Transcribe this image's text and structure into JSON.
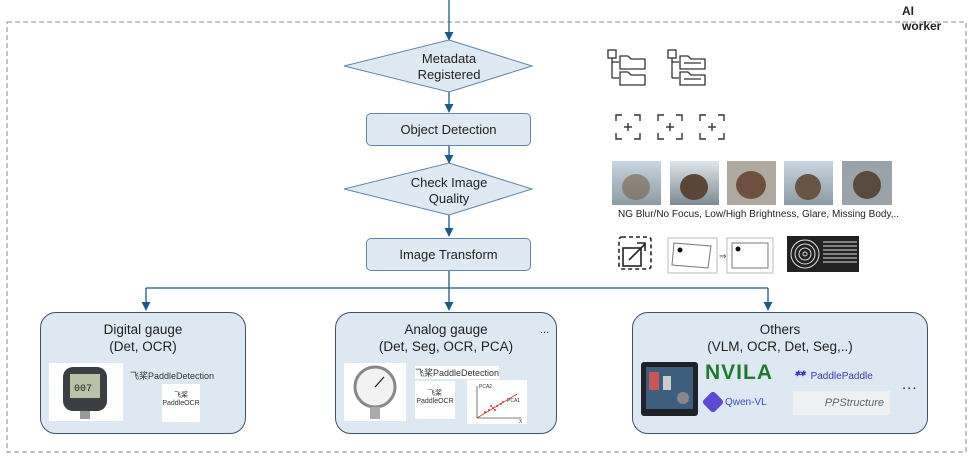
{
  "worker_label": "AI\nworker",
  "flow": {
    "metadata": "Metadata\nRegistered",
    "object_detection": "Object Detection",
    "check_quality": "Check Image\nQuality",
    "image_transform": "Image Transform"
  },
  "quality_caption": "NG Blur/No Focus, Low/High Brightness, Glare, Missing Body,..",
  "panels": {
    "digital": {
      "title": "Digital gauge\n(Det, OCR)"
    },
    "analog": {
      "title": "Analog gauge\n(Det, Seg, OCR, PCA)",
      "more": "..."
    },
    "others": {
      "title": "Others\n(VLM, OCR, Det, Seg,..)",
      "more": "..."
    }
  },
  "logos": {
    "paddle_detection": "飞桨PaddleDetection",
    "paddle_ocr": "飞桨\nPaddleOCR",
    "nvila": "NVILA",
    "qwen": "Qwen-VL",
    "paddlepaddle": "PaddlePaddle",
    "ppstructure": "PPStructure"
  },
  "pca_chart": {
    "axis_pc1": "PCA1",
    "axis_pc2": "PCA2",
    "axis_x": "X"
  }
}
